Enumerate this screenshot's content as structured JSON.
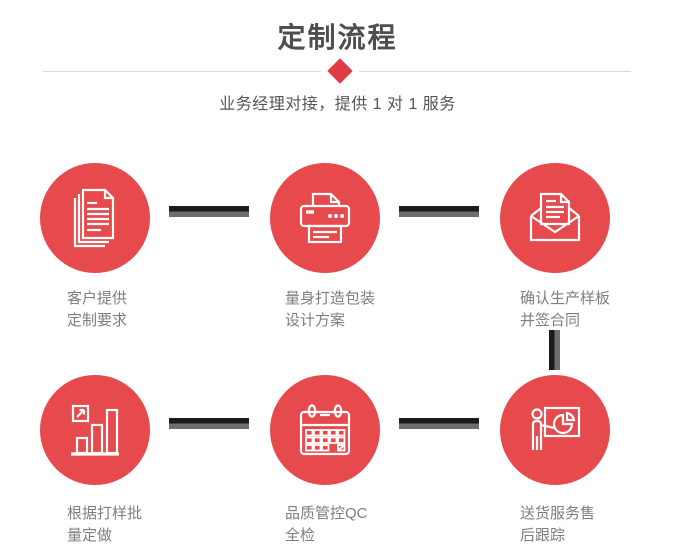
{
  "header": {
    "title": "定制流程",
    "subtitle": "业务经理对接，提供 1 对 1 服务"
  },
  "colors": {
    "accent_red": "#e64a4c",
    "diamond_red": "#e23a44",
    "connector_dark": "#1b1b1b",
    "connector_gray": "#6e6e6e",
    "divider": "#d9d9d9",
    "title_text": "#4e4e4e",
    "subtitle_text": "#555555",
    "label_text": "#7e7e7e",
    "page_bg": "#ffffff"
  },
  "steps": [
    {
      "icon": "documents-icon",
      "line1": "客户提供",
      "line2": "定制要求"
    },
    {
      "icon": "printer-icon",
      "line1": "量身打造包装",
      "line2": "设计方案"
    },
    {
      "icon": "open-envelope-icon",
      "line1": "确认生产样板",
      "line2": "并签合同"
    },
    {
      "icon": "bar-chart-icon",
      "line1": "根据打样批",
      "line2": "量定做"
    },
    {
      "icon": "calendar-icon",
      "line1": "品质管控QC",
      "line2": "全检"
    },
    {
      "icon": "presentation-chart-icon",
      "line1": "送货服务售",
      "line2": "后跟踪"
    }
  ]
}
